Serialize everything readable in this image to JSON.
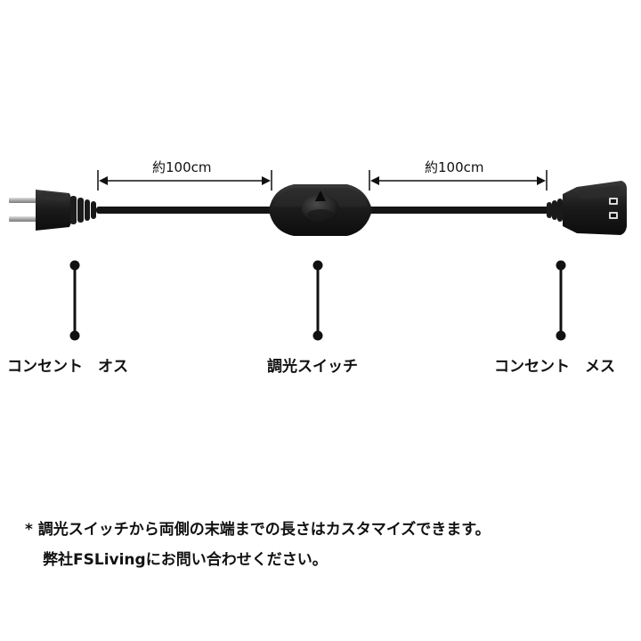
{
  "dimensions": {
    "left_length": "約100cm",
    "right_length": "約100cm"
  },
  "labels": {
    "plug_male": "コンセント　オス",
    "dimmer_switch": "調光スイッチ",
    "plug_female": "コンセント　メス"
  },
  "notes": {
    "line1": "* 調光スイッチから両側の末端までの長さはカスタマイズできます。",
    "line2": "弊社FSLivingにお問い合わせください。"
  },
  "colors": {
    "cable": "#141414",
    "plug_body": "#1a1a1a",
    "prong": "#b5b5b5",
    "text": "#111111",
    "background": "#ffffff"
  },
  "icons": {
    "plug_male": "male-plug-icon",
    "dimmer": "dimmer-switch-icon",
    "plug_female": "female-outlet-icon"
  }
}
